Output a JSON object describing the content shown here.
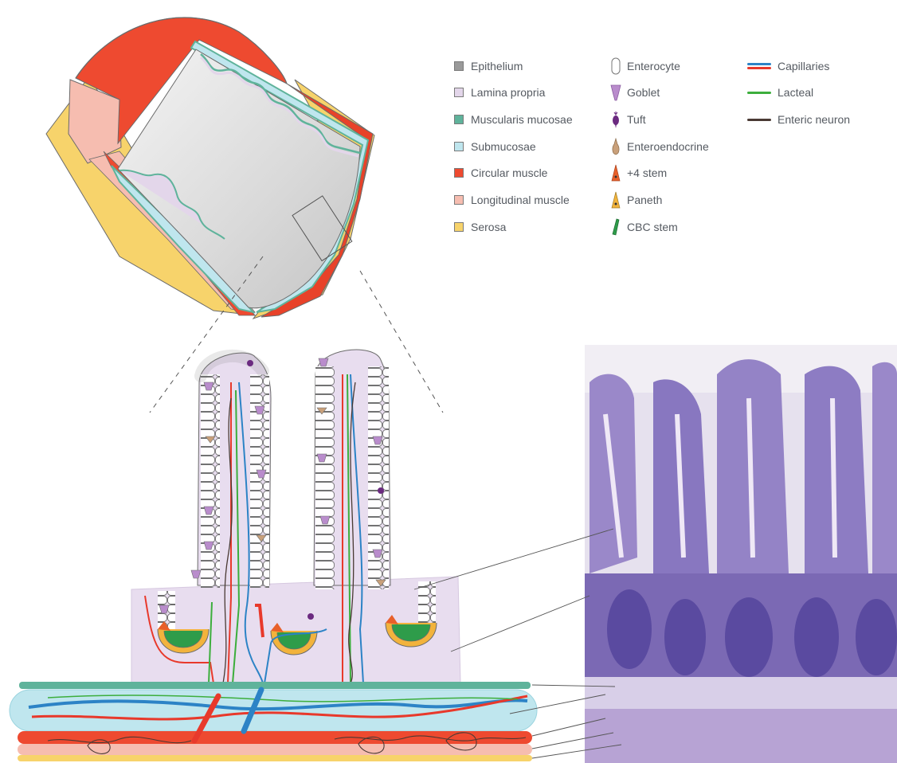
{
  "legend": {
    "layers": [
      {
        "label": "Epithelium",
        "color": "#9a9a9a"
      },
      {
        "label": "Lamina propria",
        "color": "#e3d6ea"
      },
      {
        "label": "Muscularis mucosae",
        "color": "#5fb39b"
      },
      {
        "label": "Submucosae",
        "color": "#bfe6ee"
      },
      {
        "label": "Circular muscle",
        "color": "#ee4a30"
      },
      {
        "label": "Longitudinal muscle",
        "color": "#f6bdb0"
      },
      {
        "label": "Serosa",
        "color": "#f7d36b"
      }
    ],
    "cells": [
      {
        "label": "Enterocyte",
        "icon": "enterocyte-icon",
        "color": "#ffffff"
      },
      {
        "label": "Goblet",
        "icon": "goblet-icon",
        "color": "#b98ccc"
      },
      {
        "label": "Tuft",
        "icon": "tuft-icon",
        "color": "#6b2a80"
      },
      {
        "label": "Enteroendocrine",
        "icon": "enteroendocrine-icon",
        "color": "#c9a07a"
      },
      {
        "label": "+4 stem",
        "icon": "plus4-stem-icon",
        "color": "#e8602a"
      },
      {
        "label": "Paneth",
        "icon": "paneth-icon",
        "color": "#f2b33c"
      },
      {
        "label": "CBC stem",
        "icon": "cbc-stem-icon",
        "color": "#2e9c4a"
      }
    ],
    "vessels": [
      {
        "label": "Capillaries",
        "icon": "capillaries-icon",
        "colors": [
          "#2c83c6",
          "#e8392b"
        ]
      },
      {
        "label": "Lacteal",
        "icon": "lacteal-icon",
        "colors": [
          "#3cae3c"
        ]
      },
      {
        "label": "Enteric neuron",
        "icon": "enteric-neuron-icon",
        "colors": [
          "#4a3a34"
        ]
      }
    ]
  }
}
